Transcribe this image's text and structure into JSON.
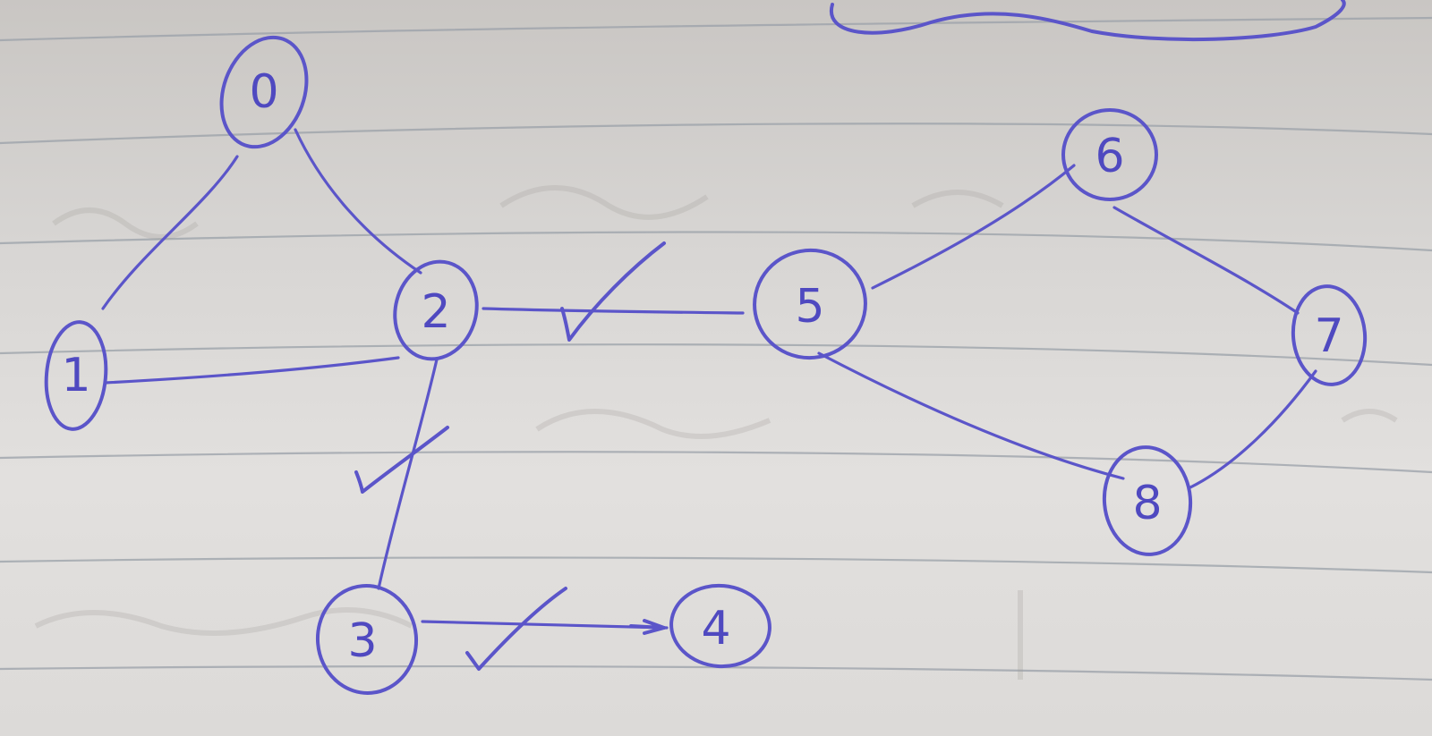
{
  "diagram": {
    "nodes": [
      {
        "id": "n0",
        "label": "0"
      },
      {
        "id": "n1",
        "label": "1"
      },
      {
        "id": "n2",
        "label": "2"
      },
      {
        "id": "n3",
        "label": "3"
      },
      {
        "id": "n4",
        "label": "4"
      },
      {
        "id": "n5",
        "label": "5"
      },
      {
        "id": "n6",
        "label": "6"
      },
      {
        "id": "n7",
        "label": "7"
      },
      {
        "id": "n8",
        "label": "8"
      }
    ],
    "edges": [
      {
        "from": "0",
        "to": "1",
        "checked": false
      },
      {
        "from": "0",
        "to": "2",
        "checked": false
      },
      {
        "from": "1",
        "to": "2",
        "checked": false
      },
      {
        "from": "2",
        "to": "5",
        "checked": true
      },
      {
        "from": "2",
        "to": "3",
        "checked": true
      },
      {
        "from": "3",
        "to": "4",
        "checked": true
      },
      {
        "from": "5",
        "to": "6",
        "checked": false
      },
      {
        "from": "6",
        "to": "7",
        "checked": false
      },
      {
        "from": "7",
        "to": "8",
        "checked": false
      },
      {
        "from": "5",
        "to": "8",
        "checked": false
      }
    ],
    "ink_color": "#5b55c9",
    "paper_color": "#d8d6d4",
    "rule_color": "#9aa0a8"
  }
}
